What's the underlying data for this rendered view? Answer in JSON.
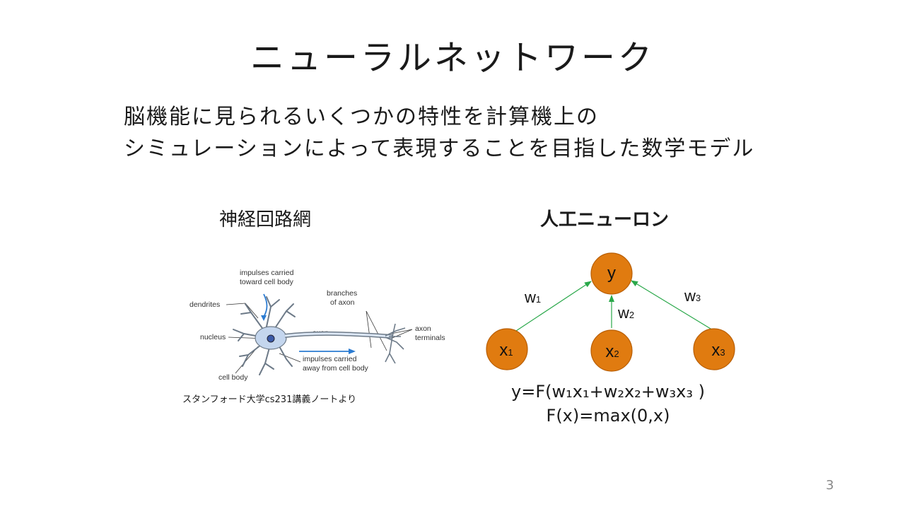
{
  "slide": {
    "title": "ニューラルネットワーク",
    "subtitle_line1": "脳機能に見られるいくつかの特性を計算機上の",
    "subtitle_line2": "シミュレーションによって表現することを目指した数学モデル",
    "page_number": "3"
  },
  "left_panel": {
    "heading": "神経回路網",
    "credit": "スタンフォード大学cs231講義ノートより",
    "labels": {
      "impulses_toward": "impulses carried",
      "impulses_toward2": "toward cell body",
      "dendrites": "dendrites",
      "nucleus": "nucleus",
      "cell_body": "cell body",
      "branches": "branches",
      "branches2": "of axon",
      "axon": "axon",
      "axon_terminals": "axon",
      "axon_terminals2": "terminals",
      "impulses_away": "impulses carried",
      "impulses_away2": "away from cell body"
    }
  },
  "right_panel": {
    "heading": "人工ニューロン",
    "output_node": "y",
    "inputs": [
      {
        "var": "x",
        "sub": "1"
      },
      {
        "var": "x",
        "sub": "2"
      },
      {
        "var": "x",
        "sub": "3"
      }
    ],
    "weights": [
      {
        "var": "w",
        "sub": "1"
      },
      {
        "var": "w",
        "sub": "2"
      },
      {
        "var": "w",
        "sub": "3"
      }
    ],
    "formula_1": "y=F(w₁x₁+w₂x₂+w₃x₃ )",
    "formula_2": "F(x)=max(0,x)",
    "colors": {
      "node": "#e07b10",
      "node_stroke": "#b85e05",
      "edge": "#2aa84a"
    }
  }
}
